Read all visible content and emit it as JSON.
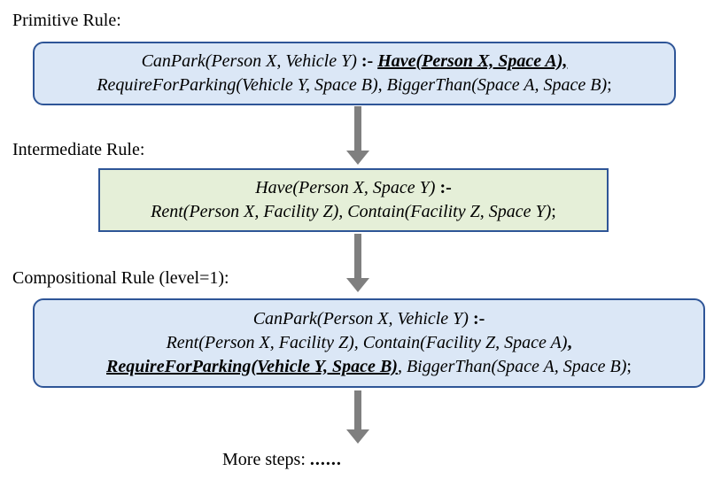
{
  "labels": {
    "primitive": "Primitive Rule:",
    "intermediate": "Intermediate Rule:",
    "compositional": "Compositional Rule (level=1):"
  },
  "primitive_rule": {
    "head": "CanPark(Person X, Vehicle Y)",
    "op": ":-",
    "sep": " ",
    "highlight": "Have(Person X, Space A),",
    "line2": "RequireForParking(Vehicle Y, Space B), BiggerThan(Space A, Space B)",
    "end": ";"
  },
  "intermediate_rule": {
    "head": "Have(Person X, Space Y)",
    "op": ":-",
    "line2": "Rent(Person X, Facility Z), Contain(Facility Z, Space Y)",
    "end": ";"
  },
  "compositional_rule": {
    "head": "CanPark(Person X, Vehicle Y)",
    "op": ":-",
    "line2": "Rent(Person X, Facility Z), Contain(Facility Z, Space A)",
    "comma": ",",
    "highlight": "RequireForParking(Vehicle Y, Space B)",
    "line3": ", BiggerThan(Space A, Space B)",
    "end": ";"
  },
  "more": {
    "label": "More steps:",
    "dots": "......"
  },
  "colors": {
    "box_border": "#2e5597",
    "blue_fill": "#dbe7f6",
    "green_fill": "#e5efd8",
    "arrow": "#7f7f7f"
  }
}
